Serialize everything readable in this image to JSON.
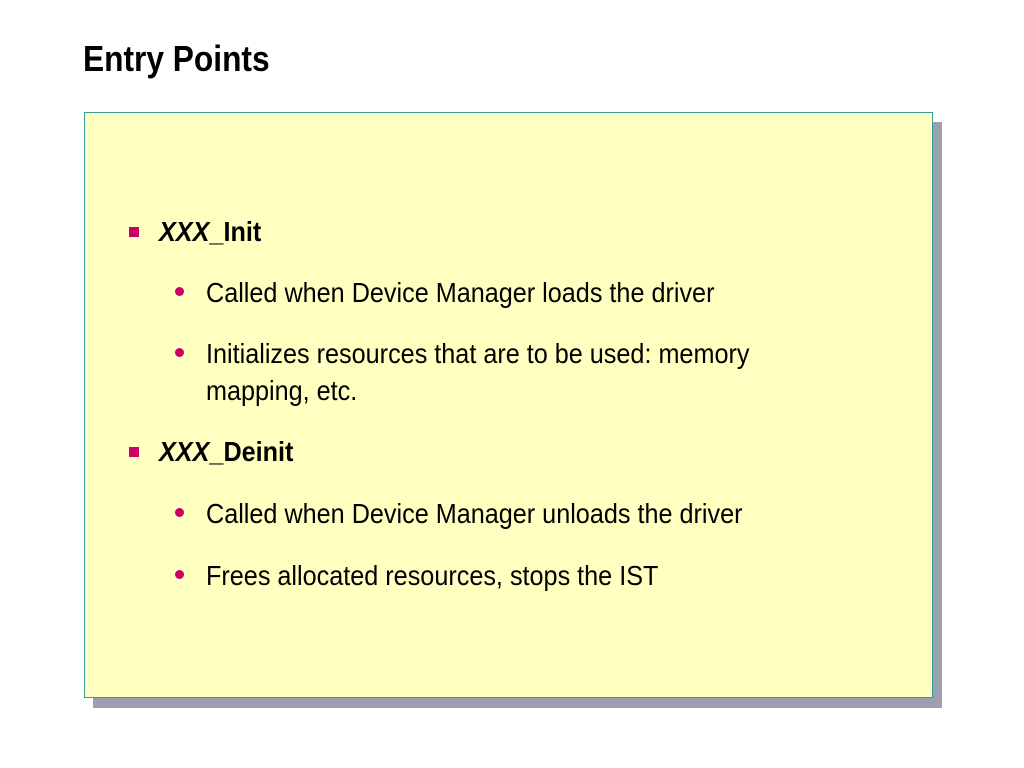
{
  "title": "Entry Points",
  "accent_color": "#cc0066",
  "panel_color": "#ffffc0",
  "items": [
    {
      "prefix": "XXX",
      "suffix": "_Init",
      "subitems": [
        "Called when Device Manager loads the driver",
        "Initializes resources that are to be used: memory",
        "mapping, etc."
      ]
    },
    {
      "prefix": "XXX",
      "suffix": "_Deinit",
      "subitems": [
        "Called when Device Manager unloads the driver",
        "Frees allocated resources, stops the IST"
      ]
    }
  ]
}
